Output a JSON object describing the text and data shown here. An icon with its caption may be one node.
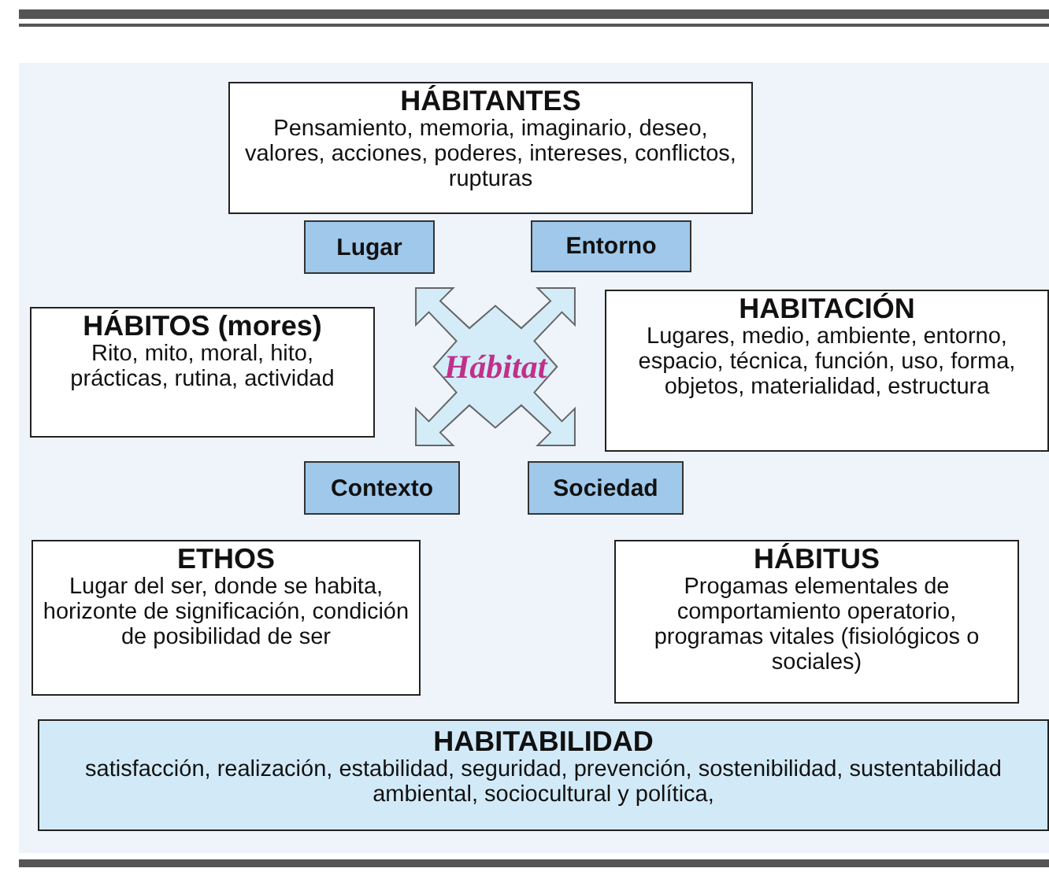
{
  "diagram": {
    "nodes": [
      {
        "text": [
          "HÁBITANTES",
          "Pensamiento, memoria, imaginario, deseo, valores, acciones, poderes, intereses, conflictos, rupturas"
        ]
      },
      {
        "text": [
          "Lugar"
        ]
      },
      {
        "text": [
          "Entorno"
        ]
      },
      {
        "text": [
          "HÁBITOS (mores)",
          "Rito, mito, moral, hito, prácticas, rutina, actividad"
        ]
      },
      {
        "text": [
          "Hábitat"
        ]
      },
      {
        "text": [
          "HABITACIÓN",
          "Lugares, medio, ambiente, entorno, espacio, técnica, función, uso, forma, objetos, materialidad, estructura"
        ]
      },
      {
        "text": [
          "Contexto"
        ]
      },
      {
        "text": [
          "Sociedad"
        ]
      },
      {
        "text": [
          "ETHOS",
          "Lugar del ser, donde se habita, horizonte de significación, condición de posibilidad de ser"
        ]
      },
      {
        "text": [
          "HÁBITUS",
          "Progamas elementales de comportamiento operatorio, programas vitales (fisiológicos o sociales)"
        ]
      },
      {
        "text": [
          "HABITABILIDAD",
          "satisfacción, realización, estabilidad, seguridad, prevención, sostenibilidad, sustentabilidad ambiental, sociocultural y política,"
        ]
      }
    ]
  }
}
